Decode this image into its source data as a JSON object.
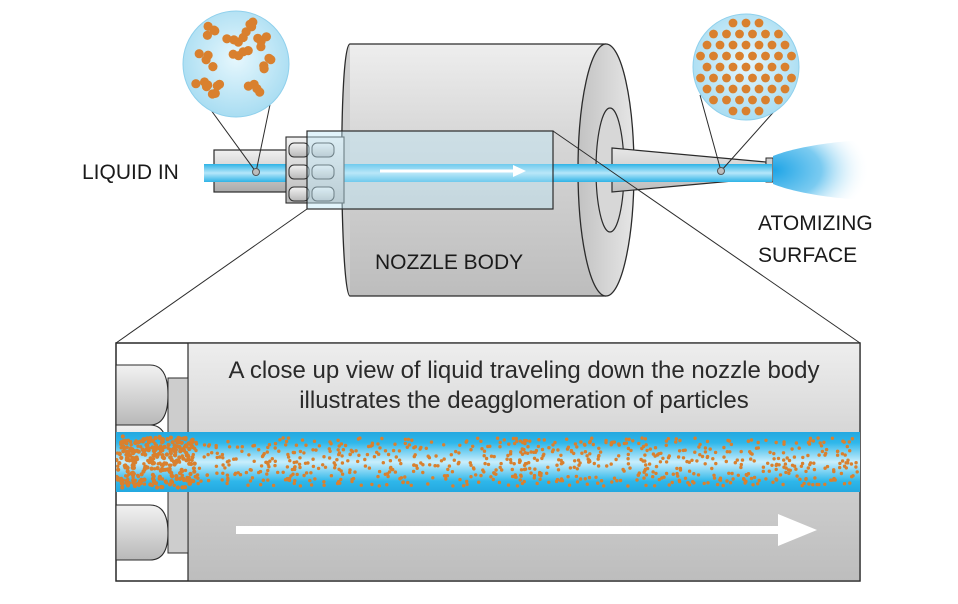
{
  "labels": {
    "liquid_in": "LIQUID IN",
    "nozzle_body": "NOZZLE BODY",
    "atomizing": "ATOMIZING",
    "surface": "SURFACE"
  },
  "caption": {
    "line1": "A close up view of liquid traveling down the nozzle body",
    "line2": "illustrates the deagglomeration of particles"
  },
  "colors": {
    "liquid": "#2fb3e6",
    "liquid_light": "#9fdcf5",
    "particle": "#d9802e",
    "metal": "#d4d4d4",
    "metal_dark": "#a9a9a9",
    "outline": "#2b2b2b",
    "spray": "#27a9e6"
  }
}
